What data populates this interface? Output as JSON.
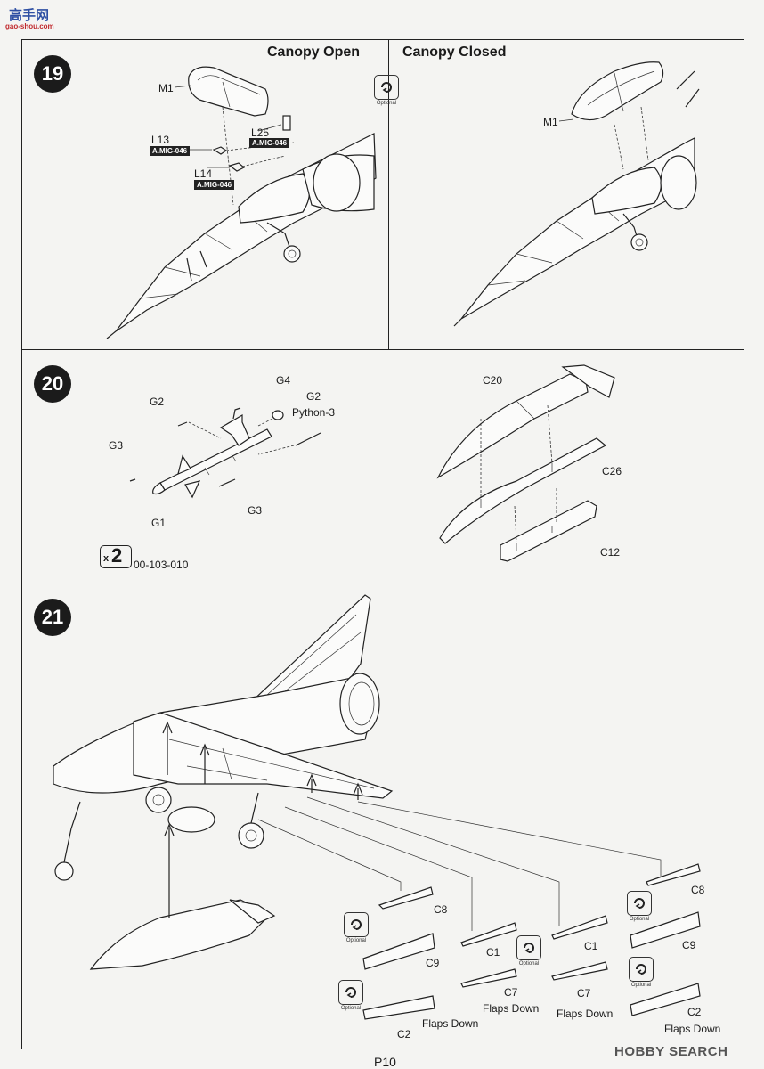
{
  "watermark": {
    "site_cn": "高手网",
    "site_url": "gao-shou.com"
  },
  "step19": {
    "number": "19",
    "canopy_open": "Canopy Open",
    "canopy_closed": "Canopy Closed",
    "parts": {
      "m1_left": "M1",
      "m1_right": "M1",
      "l13": "L13",
      "l14": "L14",
      "l25": "L25"
    },
    "paint_tags": [
      "A.MIG-046",
      "A.MIG-046",
      "A.MIG-046"
    ],
    "optional": "Optional"
  },
  "step20": {
    "number": "20",
    "parts": {
      "g4": "G4",
      "g2_top": "G2",
      "python": "Python-3",
      "g2_left": "G2",
      "g3_left": "G3",
      "g1": "G1",
      "g3_bottom": "G3",
      "c20": "C20",
      "c26": "C26",
      "c12": "C12"
    },
    "multiplier_x": "x",
    "multiplier_n": "2",
    "part_code": "00-103-010"
  },
  "step21": {
    "number": "21",
    "parts": {
      "c8_a": "C8",
      "c9_a": "C9",
      "c2_a": "C2",
      "c1_a": "C1",
      "c7_a": "C7",
      "c1_b": "C1",
      "c7_b": "C7",
      "c8_b": "C8",
      "c9_b": "C9",
      "c2_b": "C2"
    },
    "flaps_down": "Flaps Down",
    "optional": "Optional"
  },
  "footer": {
    "page": "P10",
    "brand": "HOBBY SEARCH"
  }
}
